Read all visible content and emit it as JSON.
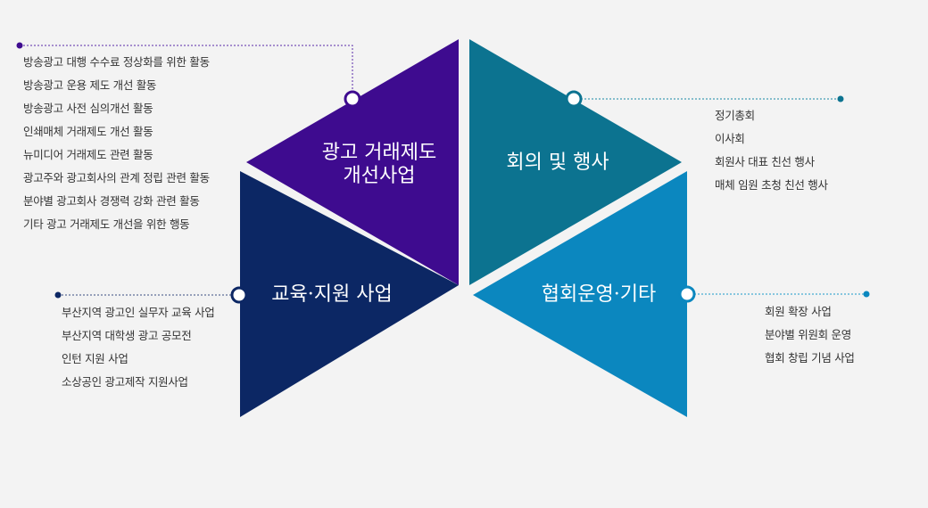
{
  "segments": [
    {
      "id": "ad-trade",
      "title_lines": [
        "광고 거래제도",
        "개선사업"
      ],
      "color": "#3e0b8f",
      "items": [
        "방송광고 대행 수수료 정상화를 위한 활동",
        "방송광고 운용 제도 개선 활동",
        "방송광고 사전 심의개선 활동",
        "인쇄매체 거래제도 개선 활동",
        "뉴미디어 거래제도 관련 활동",
        "광고주와 광고회사의 관계 정립 관련 활동",
        "분야별 광고회사 경쟁력 강화 관련 활동",
        "기타 광고 거래제도 개선을 위한 행동"
      ]
    },
    {
      "id": "meetings",
      "title_lines": [
        "회의 및 행사"
      ],
      "color": "#0c7390",
      "items": [
        "정기총회",
        "이사회",
        "회원사 대표 친선 행사",
        "매체 임원 초청 친선 행사"
      ]
    },
    {
      "id": "education",
      "title_lines": [
        "교육·지원 사업"
      ],
      "color": "#0c2764",
      "items": [
        "부산지역 광고인 실무자 교육 사업",
        "부산지역 대학생 광고 공모전",
        "인턴 지원 사업",
        "소상공인 광고제작 지원사업"
      ]
    },
    {
      "id": "association",
      "title_lines": [
        "협회운영·기타"
      ],
      "color": "#0b87bf",
      "items": [
        "회원 확장 사업",
        "분야별 위원회 운영",
        "협회 창립 기념 사업"
      ]
    }
  ]
}
